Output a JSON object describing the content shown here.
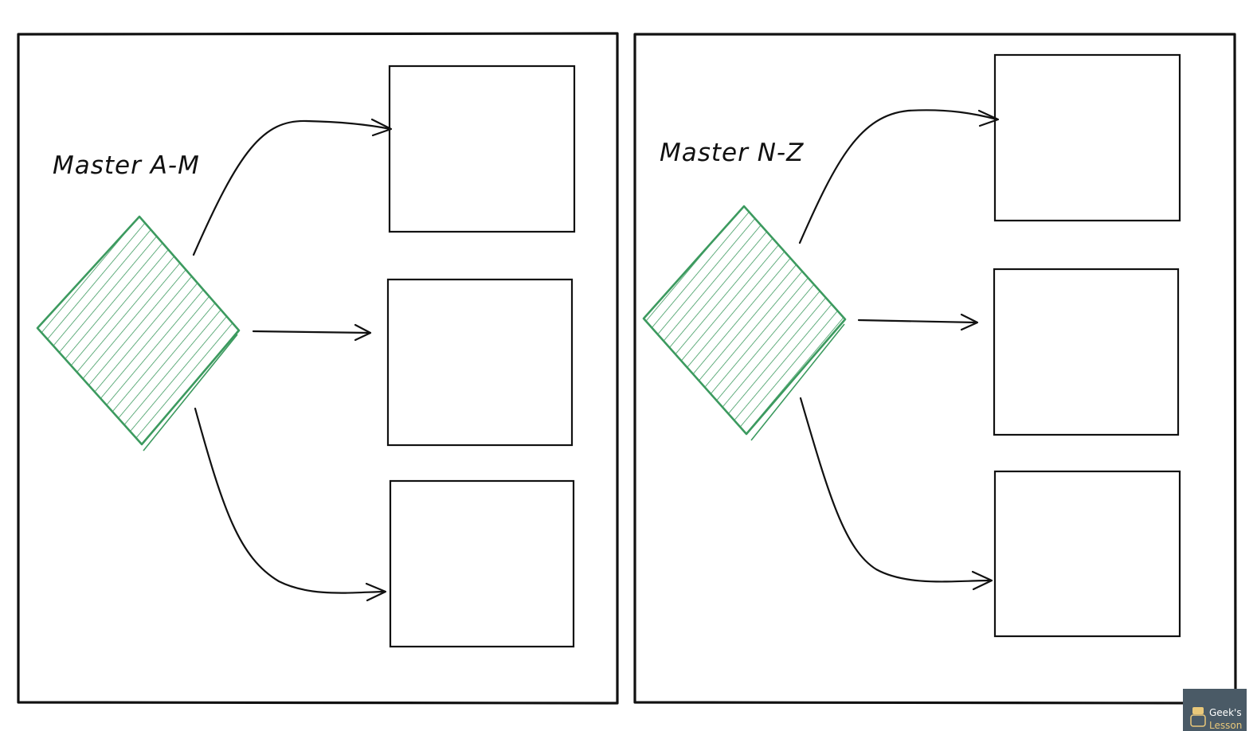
{
  "panels": [
    {
      "id": "left",
      "label": "Master A-M",
      "targets": 3
    },
    {
      "id": "right",
      "label": "Master N-Z",
      "targets": 3
    }
  ],
  "colors": {
    "ink": "#111111",
    "master_green": "#3c9a5f",
    "badge_bg": "#4a5a66"
  },
  "watermark": {
    "text": "Geek's",
    "subtext": "Lesson",
    "icon": "mascot-icon"
  }
}
